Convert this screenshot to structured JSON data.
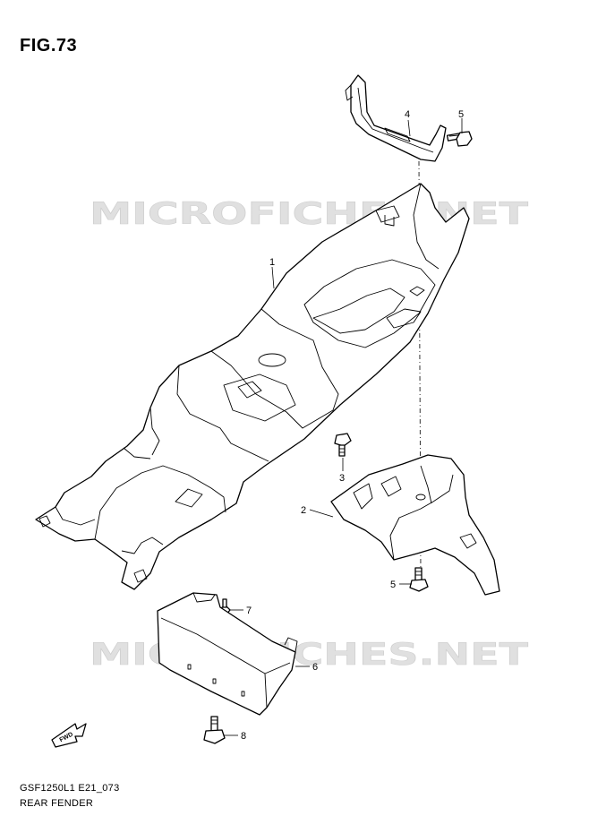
{
  "figure": {
    "title": "FIG.73"
  },
  "watermarks": [
    {
      "text": "MICROFICHES.NET"
    },
    {
      "text": "MICROFICHES.NET"
    }
  ],
  "callouts": [
    {
      "id": "c1",
      "label": "1"
    },
    {
      "id": "c2",
      "label": "2"
    },
    {
      "id": "c3",
      "label": "3"
    },
    {
      "id": "c4",
      "label": "4"
    },
    {
      "id": "c5a",
      "label": "5"
    },
    {
      "id": "c5b",
      "label": "5"
    },
    {
      "id": "c6",
      "label": "6"
    },
    {
      "id": "c7",
      "label": "7"
    },
    {
      "id": "c8",
      "label": "8"
    }
  ],
  "direction_marker": {
    "text": "FWD",
    "icon": "fwd-arrow-icon"
  },
  "footer": {
    "code": "GSF1250L1 E21_073",
    "name": "REAR FENDER"
  },
  "colors": {
    "line": "#000000",
    "watermark": "#d9d9d9",
    "background": "#ffffff"
  }
}
